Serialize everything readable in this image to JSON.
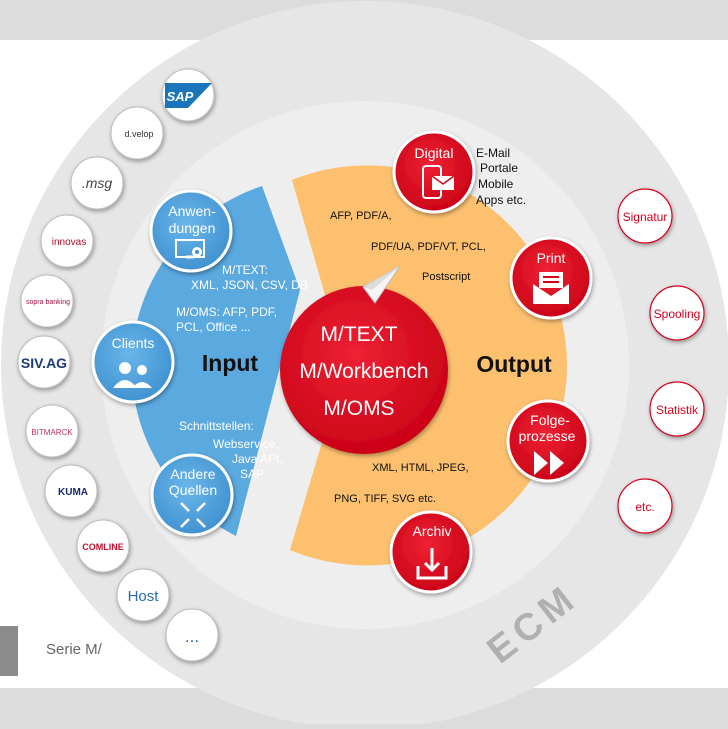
{
  "footer": {
    "label": "Serie M/"
  },
  "ecm_label": "ECM",
  "center": {
    "line1": "M/TEXT",
    "line2": "M/Workbench",
    "line3": "M/OMS"
  },
  "input_label": "Input",
  "output_label": "Output",
  "input": {
    "anwendungen": {
      "line1": "Anwen-",
      "line2": "dungen"
    },
    "clients": "Clients",
    "andere": {
      "line1": "Andere",
      "line2": "Quellen"
    },
    "mtext": {
      "line1": "M/TEXT:",
      "line2": "XML, JSON, CSV, DB"
    },
    "moms": {
      "line1": "M/OMS: AFP, PDF,",
      "line2": "PCL, Office ..."
    },
    "schnitt": {
      "line1": "Schnittstellen:",
      "line2": "Webservice,",
      "line3": "Java API,",
      "line4": "SAP"
    }
  },
  "output": {
    "digital": "Digital",
    "digital_items": [
      "E-Mail",
      "Portale",
      "Mobile",
      "Apps etc."
    ],
    "print": "Print",
    "folge": {
      "line1": "Folge-",
      "line2": "prozesse"
    },
    "archiv": "Archiv",
    "formats1": "AFP, PDF/A,",
    "formats2": "PDF/UA, PDF/VT, PCL,",
    "formats3": "Postscript",
    "formats4": "XML, HTML,  JPEG,",
    "formats5": "PNG, TIFF, SVG etc."
  },
  "right_options": [
    "Signatur",
    "Spooling",
    "Statistik",
    "etc."
  ],
  "left_logos": [
    "SAP",
    "d.velop",
    ".msg",
    "innovas",
    "sopra banking",
    "SIV.AG",
    "BITMARCK",
    "KUMA",
    "COMLINE",
    "Host",
    "..."
  ],
  "colors": {
    "red": "#d6001c",
    "blue": "#5aa9df",
    "orange": "#fcc06f",
    "ring": "#e7e7e7"
  }
}
